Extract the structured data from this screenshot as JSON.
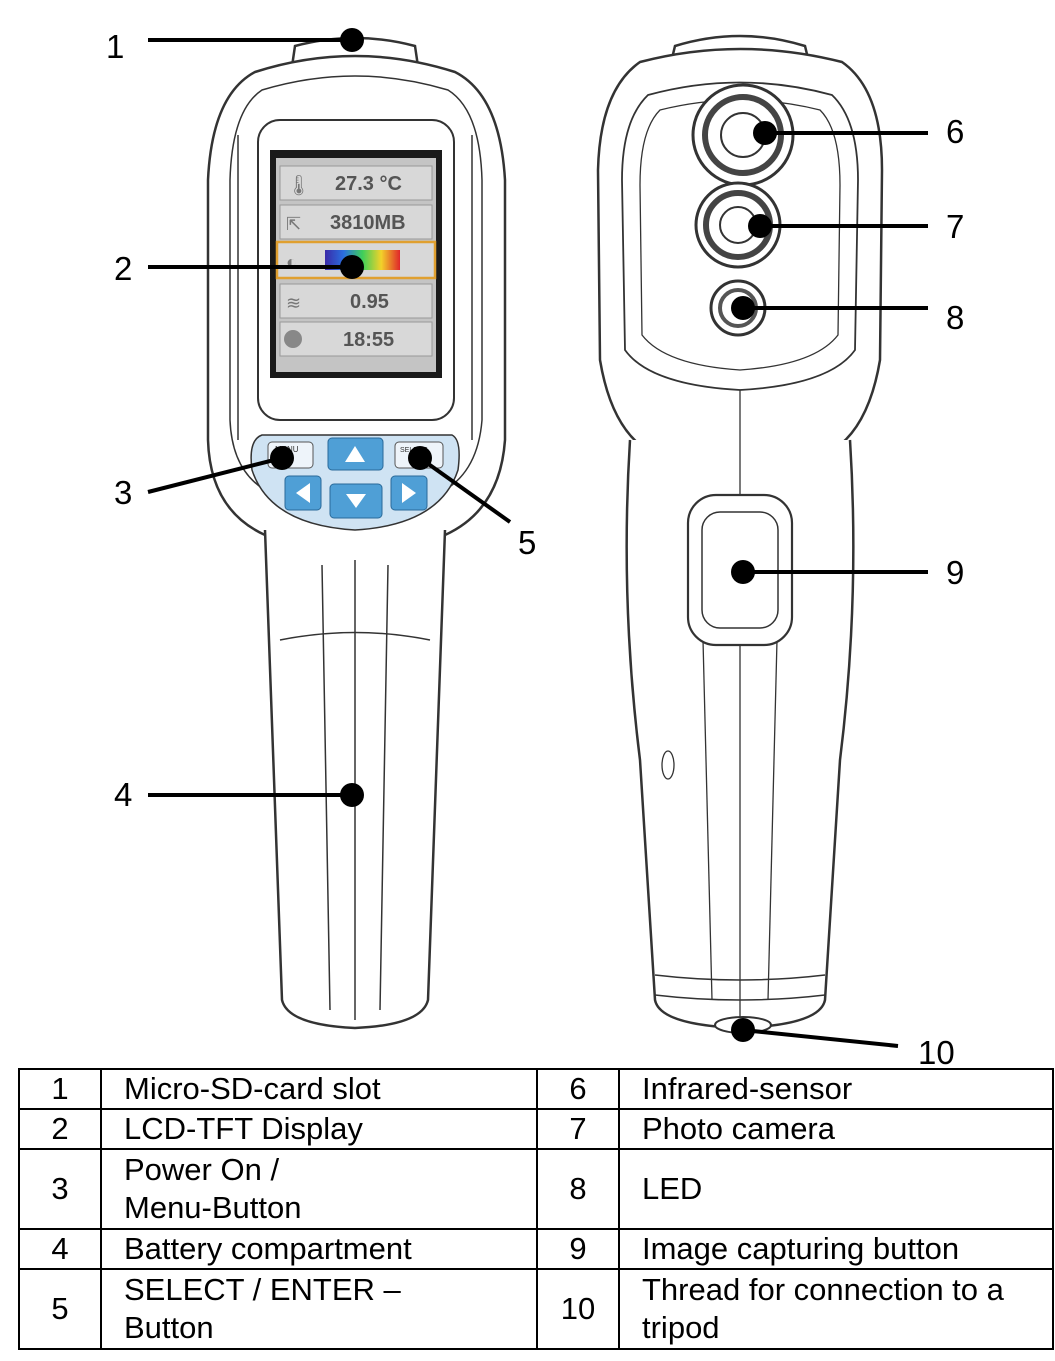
{
  "lcd": {
    "temperature": "27.3 °C",
    "memory": "3810MB",
    "emissivity": "0.95",
    "time": "18:55"
  },
  "buttons": {
    "menu_label": "MENU",
    "select_label": "SELECT"
  },
  "callouts": [
    "1",
    "2",
    "3",
    "4",
    "5",
    "6",
    "7",
    "8",
    "9",
    "10"
  ],
  "legend": [
    {
      "left_num": "1",
      "left_label_lines": [
        "Micro-SD-card slot"
      ],
      "right_num": "6",
      "right_label_lines": [
        "Infrared-sensor"
      ]
    },
    {
      "left_num": "2",
      "left_label_lines": [
        "LCD-TFT Display"
      ],
      "right_num": "7",
      "right_label_lines": [
        "Photo camera"
      ]
    },
    {
      "left_num": "3",
      "left_label_lines": [
        "Power On /",
        "Menu-Button"
      ],
      "right_num": "8",
      "right_label_lines": [
        "LED"
      ]
    },
    {
      "left_num": "4",
      "left_label_lines": [
        "Battery compartment"
      ],
      "right_num": "9",
      "right_label_lines": [
        "Image capturing button"
      ]
    },
    {
      "left_num": "5",
      "left_label_lines": [
        "SELECT / ENTER –",
        "Button"
      ],
      "right_num": "10",
      "right_label_lines": [
        "Thread for connection to a",
        "tripod"
      ]
    }
  ],
  "colors": {
    "key_blue": "#4f9fd6",
    "key_light": "#cfe3f3",
    "lcd_bg": "#d8d8d8",
    "outline": "#333333"
  }
}
